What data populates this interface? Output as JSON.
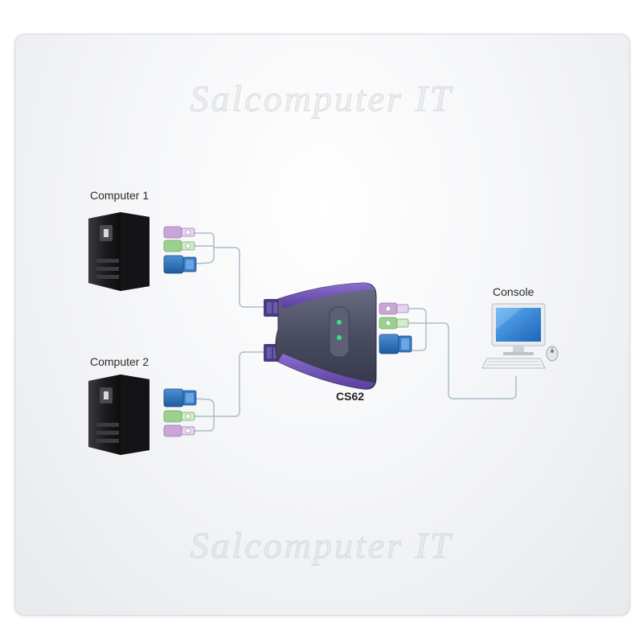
{
  "labels": {
    "computer1": "Computer 1",
    "computer2": "Computer 2",
    "console": "Console",
    "model": "CS62"
  },
  "watermark": {
    "text": "Salcomputer IT"
  },
  "colors": {
    "cable": "#a9bdcc",
    "switch_body": "#4e5266",
    "switch_accent": "#6b4fb0",
    "led": "#3ddc84",
    "ps2_keyboard": "#c9a6d6",
    "ps2_mouse": "#9bd08f",
    "vga": "#2f6fb3",
    "tower": "#1d1d1f",
    "monitor_screen": "#2c7fd6"
  }
}
